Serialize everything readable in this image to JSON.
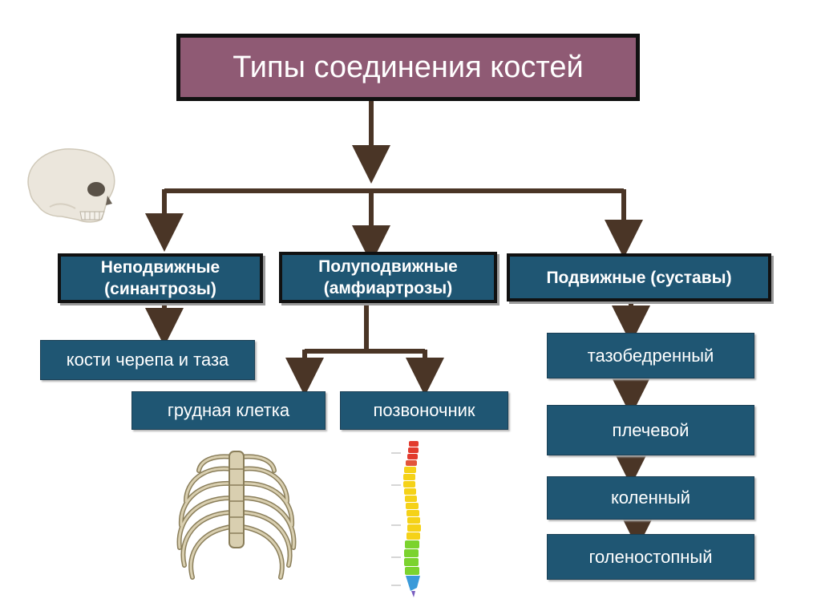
{
  "title": "Типы соединения костей",
  "types": [
    {
      "label": "Неподвижные (синантрозы)",
      "line1": "Неподвижные",
      "line2": "(синантрозы)"
    },
    {
      "label": "Полуподвижные (амфиартрозы)",
      "line1": "Полуподвижные",
      "line2": "(амфиартрозы)"
    },
    {
      "label": "Подвижные (суставы)",
      "line1": "Подвижные (суставы)",
      "line2": ""
    }
  ],
  "immovable_examples": [
    "кости черепа и таза"
  ],
  "semimovable_examples": [
    "грудная клетка",
    "позвоночник"
  ],
  "movable_examples": [
    "тазобедренный",
    "плечевой",
    "коленный",
    "голеностопный"
  ],
  "colors": {
    "title_fill": "#8f5a74",
    "box_fill": "#1f5673",
    "arrow": "#4a3526",
    "text": "#ffffff"
  },
  "icons": [
    "skull-icon",
    "ribcage-icon",
    "spine-icon"
  ]
}
